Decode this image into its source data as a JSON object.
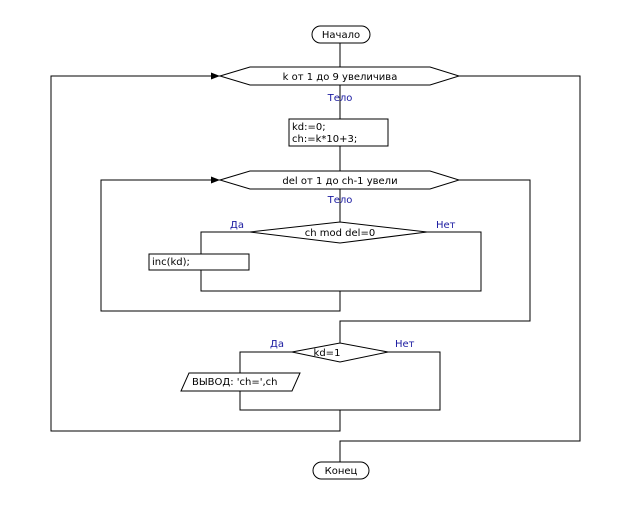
{
  "flowchart": {
    "start_label": "Начало",
    "end_label": "Конец",
    "outer_loop": {
      "header": "k  от  1  до  9 увеличива",
      "body_label": "Тело"
    },
    "init_block": {
      "line1": "kd:=0;",
      "line2": "ch:=k*10+3;"
    },
    "inner_loop": {
      "header": "del  от  1  до  ch-1 увели",
      "body_label": "Тело"
    },
    "mod_check": {
      "condition": "ch mod del=0",
      "yes_label": "Да",
      "no_label": "Нет",
      "yes_action": "inc(kd);"
    },
    "kd_check": {
      "condition": "kd=1",
      "yes_label": "Да",
      "no_label": "Нет",
      "yes_action": "ВЫВОД:  'ch=',ch"
    }
  },
  "colors": {
    "lines": "#000000",
    "branch_labels": "#1a1aa0"
  }
}
